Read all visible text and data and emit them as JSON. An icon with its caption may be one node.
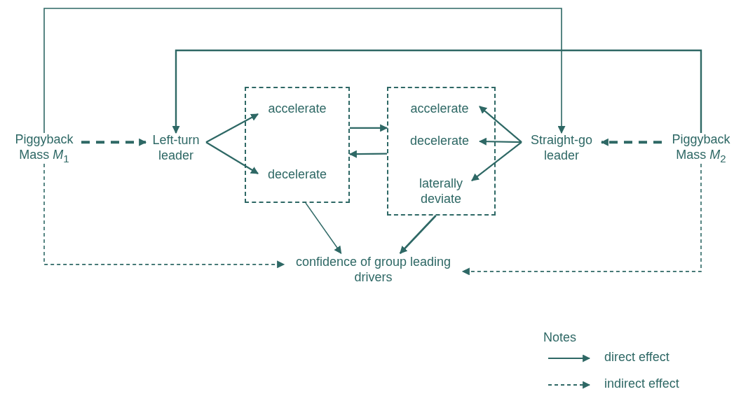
{
  "diagram": {
    "nodes": [
      {
        "text": [
          "Piggyback Mass *M*$_{1}$"
        ]
      },
      {
        "text": [
          "Left-turn leader"
        ]
      },
      {
        "text": [],
        "shape": "box"
      },
      {
        "text": [
          "accelerate"
        ],
        "in": 2
      },
      {
        "text": [
          "decelerate"
        ],
        "in": 2
      },
      {
        "text": [],
        "shape": "box"
      },
      {
        "text": [
          "accelerate"
        ],
        "in": 5
      },
      {
        "text": [
          "decelerate"
        ],
        "in": 5
      },
      {
        "text": [
          "laterally deviate"
        ],
        "in": 5
      },
      {
        "text": [
          "Straight-go leader"
        ]
      },
      {
        "text": [
          "Piggyback Mass *M*$_{2}$"
        ]
      },
      {
        "text": [
          "confidence of group leading drivers"
        ]
      }
    ],
    "edges": [
      {
        "from": 0,
        "to": 9,
        "arrow": "to"
      },
      {
        "from": 10,
        "to": 1,
        "arrow": "to"
      },
      {
        "from": 0,
        "to": 1,
        "arrow": "to",
        "style": "dashed"
      },
      {
        "from": 1,
        "to": 3,
        "arrow": "to"
      },
      {
        "from": 1,
        "to": 4,
        "arrow": "to"
      },
      {
        "from": 2,
        "to": 5,
        "arrow": "to"
      },
      {
        "from": 5,
        "to": 2,
        "arrow": "to"
      },
      {
        "from": 9,
        "to": 6,
        "arrow": "to"
      },
      {
        "from": 9,
        "to": 7,
        "arrow": "to"
      },
      {
        "from": 9,
        "to": 8,
        "arrow": "to"
      },
      {
        "from": 10,
        "to": 9,
        "arrow": "to",
        "style": "dashed"
      },
      {
        "from": 2,
        "to": 11,
        "arrow": "to"
      },
      {
        "from": 5,
        "to": 11,
        "arrow": "to"
      },
      {
        "from": 0,
        "to": 11,
        "arrow": "to",
        "style": "dashed"
      },
      {
        "from": 10,
        "to": 11,
        "arrow": "to",
        "style": "dashed"
      }
    ],
    "labels": [
      "Notes"
    ],
    "legend": [
      {
        "text": "direct effect"
      },
      {
        "text": "indirect effect"
      }
    ]
  }
}
